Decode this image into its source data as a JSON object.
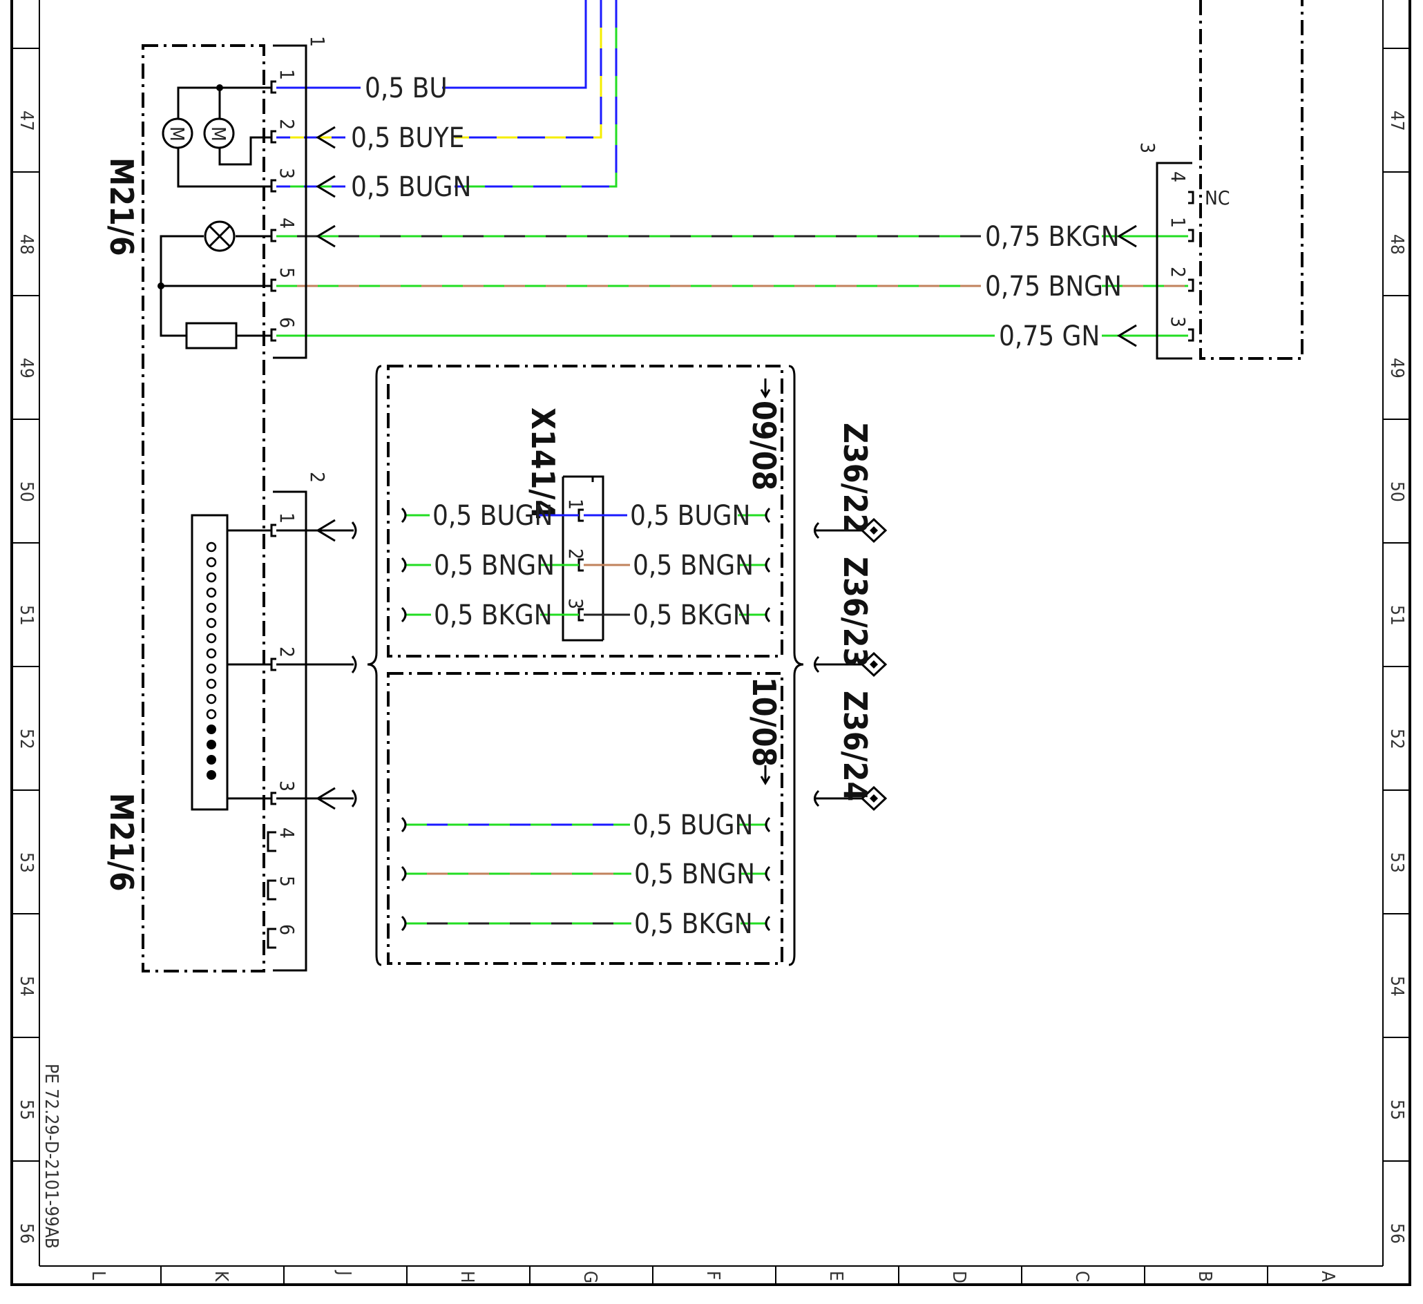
{
  "colors": {
    "BU": "#1a1aff",
    "YE": "#f5ee00",
    "GN": "#22dd22",
    "BK": "#222222",
    "BN": "#c0825c",
    "frame": "#000000"
  },
  "document_id": "PE 72.29-D-2101-99AB",
  "grid": {
    "rows": [
      "47",
      "48",
      "49",
      "50",
      "51",
      "52",
      "53",
      "54",
      "55",
      "56"
    ],
    "cols": [
      "L",
      "K",
      "J",
      "H",
      "G",
      "F",
      "E",
      "D",
      "C",
      "B",
      "A"
    ]
  },
  "components": {
    "m21_upper": "M21/6",
    "m21_lower": "M21/6",
    "x141": "X141/4",
    "z36_22": "Z36/22",
    "z36_23": "Z36/23",
    "z36_24": "Z36/24",
    "variant_upper": "09/08",
    "variant_lower": "10/08"
  },
  "connectors": {
    "c1": "1",
    "c2": "2",
    "c3": "3",
    "nc": "NC"
  },
  "pins": {
    "p1": "1",
    "p2": "2",
    "p3": "3",
    "p4": "4",
    "p5": "5",
    "p6": "6"
  },
  "motor_symbol": "M",
  "wires_top": [
    {
      "label": "0,5 BU"
    },
    {
      "label": "0,5 BUYE"
    },
    {
      "label": "0,5 BUGN"
    },
    {
      "label": "0,75 BKGN"
    },
    {
      "label": "0,75 BNGN"
    },
    {
      "label": "0,75 GN"
    }
  ],
  "wires_x141_left": [
    {
      "label": "0,5 BUGN"
    },
    {
      "label": "0,5 BNGN"
    },
    {
      "label": "0,5 BKGN"
    }
  ],
  "wires_x141_right": [
    {
      "label": "0,5 BUGN"
    },
    {
      "label": "0,5 BNGN"
    },
    {
      "label": "0,5 BKGN"
    }
  ],
  "wires_lower": [
    {
      "label": "0,5 BUGN"
    },
    {
      "label": "0,5 BNGN"
    },
    {
      "label": "0,5 BKGN"
    }
  ]
}
